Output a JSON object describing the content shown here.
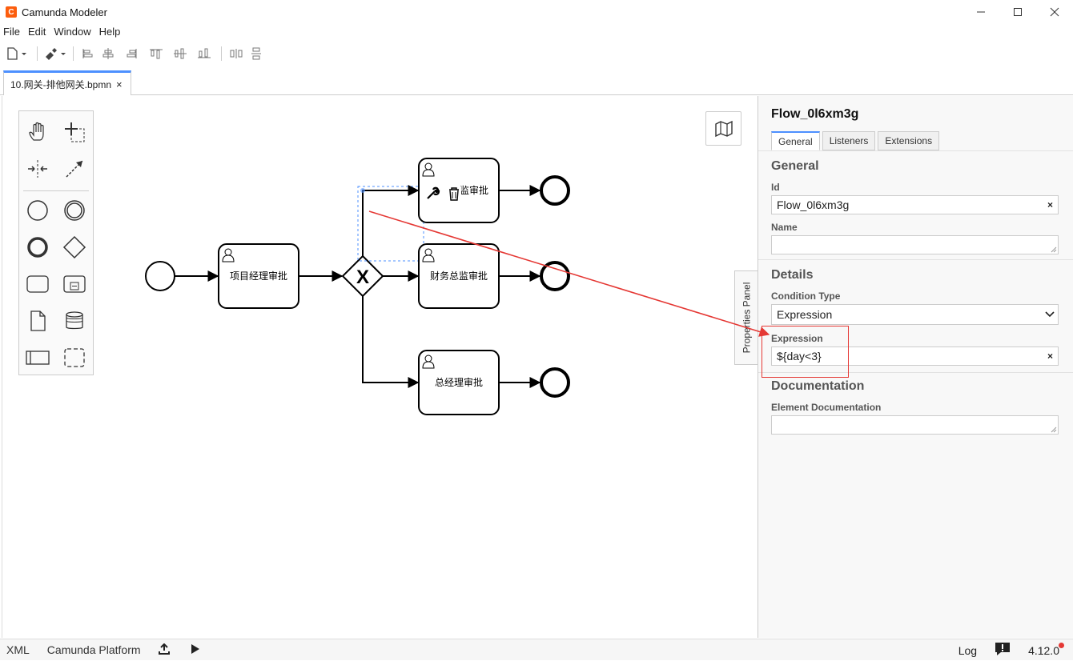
{
  "app": {
    "title": "Camunda Modeler"
  },
  "menu": {
    "items": [
      "File",
      "Edit",
      "Window",
      "Help"
    ]
  },
  "tab": {
    "file_name": "10.网关-排他网关.bpmn",
    "close": "×"
  },
  "diagram": {
    "tasks": [
      "项目经理审批",
      "财务总监审批",
      "总经理审批",
      "监审批"
    ],
    "gateway_marker": "X"
  },
  "props_toggle": {
    "label": "Properties Panel"
  },
  "properties": {
    "title": "Flow_0l6xm3g",
    "tabs": [
      "General",
      "Listeners",
      "Extensions"
    ],
    "general": {
      "heading": "General",
      "id_label": "Id",
      "id_value": "Flow_0l6xm3g",
      "name_label": "Name",
      "name_value": ""
    },
    "details": {
      "heading": "Details",
      "condition_type_label": "Condition Type",
      "condition_type_value": "Expression",
      "expression_label": "Expression",
      "expression_value": "${day<3}"
    },
    "documentation": {
      "heading": "Documentation",
      "element_doc_label": "Element Documentation",
      "element_doc_value": ""
    },
    "clear": "×"
  },
  "status": {
    "xml": "XML",
    "platform": "Camunda Platform",
    "log": "Log",
    "version": "4.12.0"
  },
  "colors": {
    "accent": "#4d90ff",
    "annotation": "#e53935",
    "brand": "#fc5d0d"
  }
}
